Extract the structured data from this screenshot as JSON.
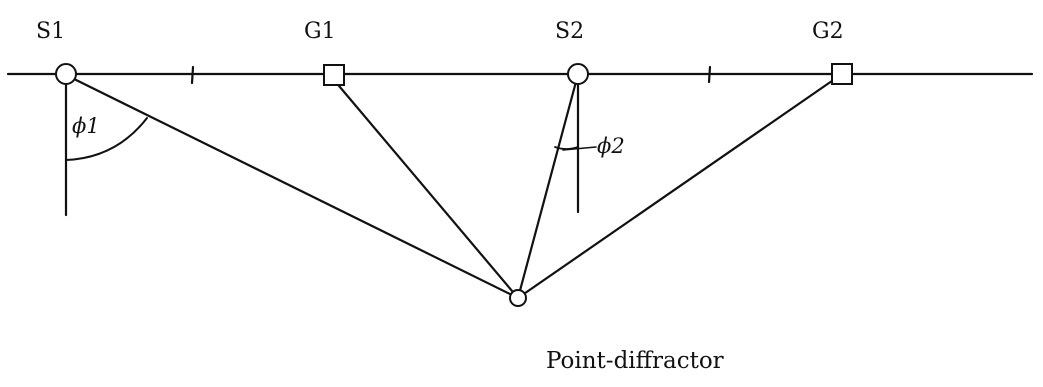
{
  "labels": {
    "s1": "S1",
    "g1": "G1",
    "s2": "S2",
    "g2": "G2",
    "phi1": "ϕ1",
    "phi2": "ϕ2",
    "caption": "Point-diffractor"
  },
  "colors": {
    "ink": "#111111"
  }
}
